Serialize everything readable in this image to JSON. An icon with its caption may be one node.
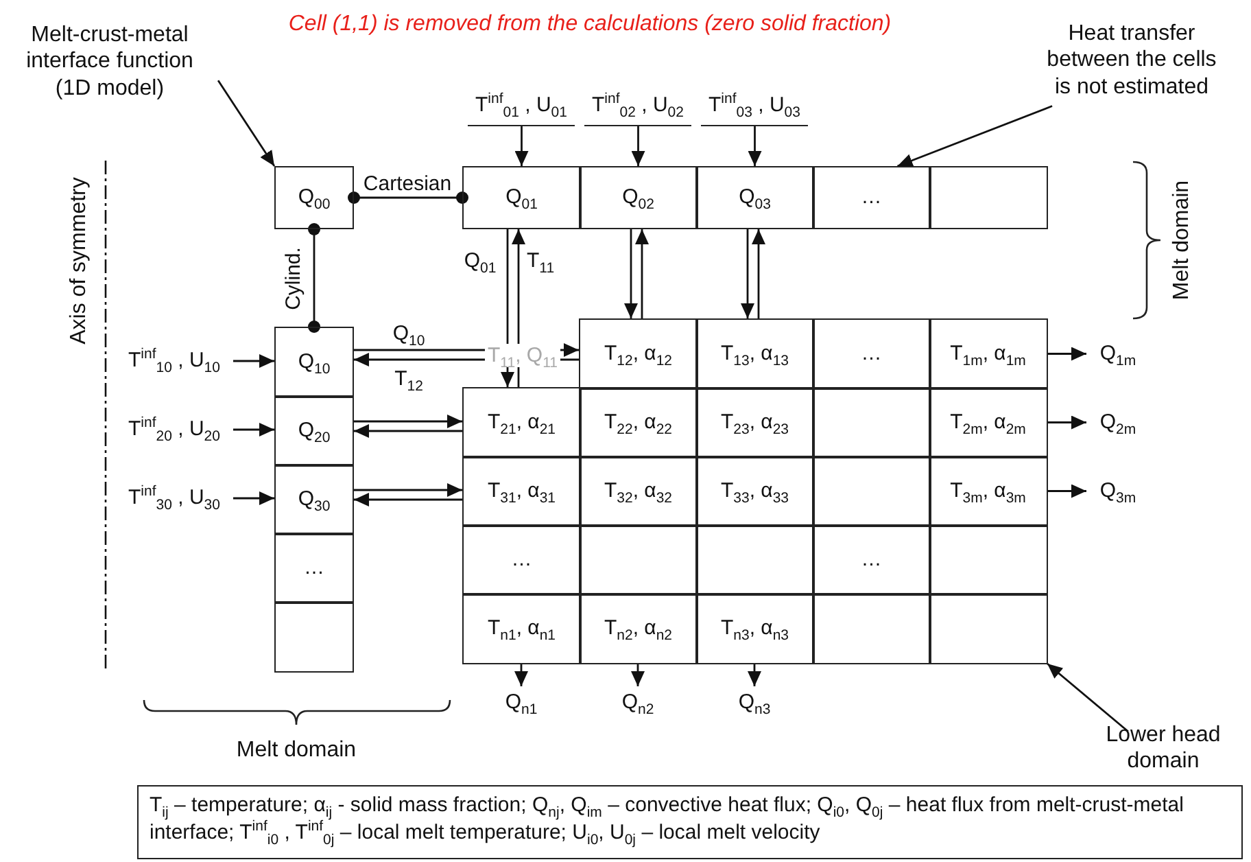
{
  "diagram": {
    "caption": "T$_{ij}$ – temperature;  α$_{ij}$ -  solid mass fraction; Q$_{nj}$, Q$_{im}$ – convective heat flux; Q$_{i0}$, Q$_{0j}$ – heat flux from melt-crust-metal interface; T$^{inf}$$_{i0}$ , T$^{inf}$$_{0j}$ – local melt temperature; U$_{i0}$, U$_{0j}$ – local melt velocity",
    "nodes": [
      {
        "text": [
          "Melt-crust-metal interface function (1D model)"
        ]
      },
      {
        "text": [
          "Heat transfer between the cells is not estimated"
        ]
      },
      {
        "text": [
          "T$^{inf}$$_{01}$ , U$_{01}$"
        ]
      },
      {
        "text": [
          "T$^{inf}$$_{02}$ , U$_{02}$"
        ]
      },
      {
        "text": [
          "T$^{inf}$$_{03}$ , U$_{03}$"
        ]
      },
      {
        "text": [
          "Q$_{00}$"
        ]
      },
      {
        "text": [
          "Q$_{01}$"
        ]
      },
      {
        "text": [
          "Q$_{02}$"
        ]
      },
      {
        "text": [
          "Q$_{03}$"
        ]
      },
      {
        "text": [
          "…"
        ]
      },
      {
        "text": [],
        "shape": "box"
      },
      {
        "text": [
          "T$^{inf}$$_{10}$ , U$_{10}$"
        ]
      },
      {
        "text": [
          "T$^{inf}$$_{20}$ , U$_{20}$"
        ]
      },
      {
        "text": [
          "T$^{inf}$$_{30}$ , U$_{30}$"
        ]
      },
      {
        "text": [
          "Q$_{10}$"
        ]
      },
      {
        "text": [
          "Q$_{20}$"
        ]
      },
      {
        "text": [
          "Q$_{30}$"
        ]
      },
      {
        "text": [
          "…"
        ]
      },
      {
        "text": [],
        "shape": "box"
      },
      {
        "text": [
          "T$_{12}$, α$_{12}$"
        ]
      },
      {
        "text": [
          "T$_{13}$, α$_{13}$"
        ]
      },
      {
        "text": [
          "…"
        ]
      },
      {
        "text": [
          "T$_{1m}$, α$_{1m}$"
        ]
      },
      {
        "text": [
          "T$_{21}$, α$_{21}$"
        ]
      },
      {
        "text": [
          "T$_{22}$, α$_{22}$"
        ]
      },
      {
        "text": [
          "T$_{23}$, α$_{23}$"
        ]
      },
      {
        "text": [],
        "shape": "box"
      },
      {
        "text": [
          "T$_{2m}$, α$_{2m}$"
        ]
      },
      {
        "text": [
          "T$_{31}$, α$_{31}$"
        ]
      },
      {
        "text": [
          "T$_{32}$, α$_{32}$"
        ]
      },
      {
        "text": [
          "T$_{33}$, α$_{33}$"
        ]
      },
      {
        "text": [],
        "shape": "box"
      },
      {
        "text": [
          "T$_{3m}$, α$_{3m}$"
        ]
      },
      {
        "text": [
          "…"
        ]
      },
      {
        "text": [],
        "shape": "box"
      },
      {
        "text": [],
        "shape": "box"
      },
      {
        "text": [
          "…"
        ]
      },
      {
        "text": [],
        "shape": "box"
      },
      {
        "text": [
          "T$_{n1}$, α$_{n1}$"
        ]
      },
      {
        "text": [
          "T$_{n2}$, α$_{n2}$"
        ]
      },
      {
        "text": [
          "T$_{n3}$, α$_{n3}$"
        ]
      },
      {
        "text": [],
        "shape": "box"
      },
      {
        "text": [],
        "shape": "box"
      },
      {
        "text": [
          "Q$_{1m}$"
        ]
      },
      {
        "text": [
          "Q$_{2m}$"
        ]
      },
      {
        "text": [
          "Q$_{3m}$"
        ]
      },
      {
        "text": [
          "Q$_{n1}$"
        ]
      },
      {
        "text": [
          "Q$_{n2}$"
        ]
      },
      {
        "text": [
          "Q$_{n3}$"
        ]
      },
      {
        "text": [
          "Lower head domain"
        ]
      }
    ],
    "edges": [
      {
        "from": 0,
        "to": 5,
        "arrow": "to"
      },
      {
        "from": 1,
        "to": 9,
        "arrow": "to"
      },
      {
        "from": 5,
        "to": 6,
        "arrow": "other",
        "label": "Cartesian"
      },
      {
        "from": 5,
        "to": 14,
        "arrow": "other",
        "label": "Cylind."
      },
      {
        "from": 2,
        "to": 6,
        "arrow": "to"
      },
      {
        "from": 3,
        "to": 7,
        "arrow": "to"
      },
      {
        "from": 4,
        "to": 8,
        "arrow": "to"
      },
      {
        "from": 11,
        "to": 14,
        "arrow": "to"
      },
      {
        "from": 12,
        "to": 15,
        "arrow": "to"
      },
      {
        "from": 13,
        "to": 16,
        "arrow": "to"
      },
      {
        "from": 6,
        "to": 23,
        "arrow": "to",
        "label": "Q$_{01}$"
      },
      {
        "from": 23,
        "to": 6,
        "arrow": "to",
        "label": "T$_{11}$"
      },
      {
        "from": 7,
        "to": 19,
        "arrow": "to"
      },
      {
        "from": 19,
        "to": 7,
        "arrow": "to"
      },
      {
        "from": 8,
        "to": 20,
        "arrow": "to"
      },
      {
        "from": 20,
        "to": 8,
        "arrow": "to"
      },
      {
        "from": 14,
        "to": 19,
        "arrow": "to",
        "label": "Q$_{10}$"
      },
      {
        "from": 19,
        "to": 14,
        "arrow": "to",
        "label": "T$_{12}$"
      },
      {
        "from": 15,
        "to": 23,
        "arrow": "to"
      },
      {
        "from": 23,
        "to": 15,
        "arrow": "to"
      },
      {
        "from": 16,
        "to": 28,
        "arrow": "to"
      },
      {
        "from": 28,
        "to": 16,
        "arrow": "to"
      },
      {
        "from": 22,
        "to": 43,
        "arrow": "to"
      },
      {
        "from": 27,
        "to": 44,
        "arrow": "to"
      },
      {
        "from": 32,
        "to": 45,
        "arrow": "to"
      },
      {
        "from": 38,
        "to": 46,
        "arrow": "to"
      },
      {
        "from": 39,
        "to": 47,
        "arrow": "to"
      },
      {
        "from": 40,
        "to": 48,
        "arrow": "to"
      },
      {
        "from": 49,
        "to": 42,
        "arrow": "to"
      }
    ],
    "labels": [
      "Cell (1,1) is removed from the calculations (zero solid fraction)",
      "Axis of symmetry",
      "Melt domain",
      "Melt domain",
      "T$_{11}$, Q$_{11}$"
    ]
  }
}
